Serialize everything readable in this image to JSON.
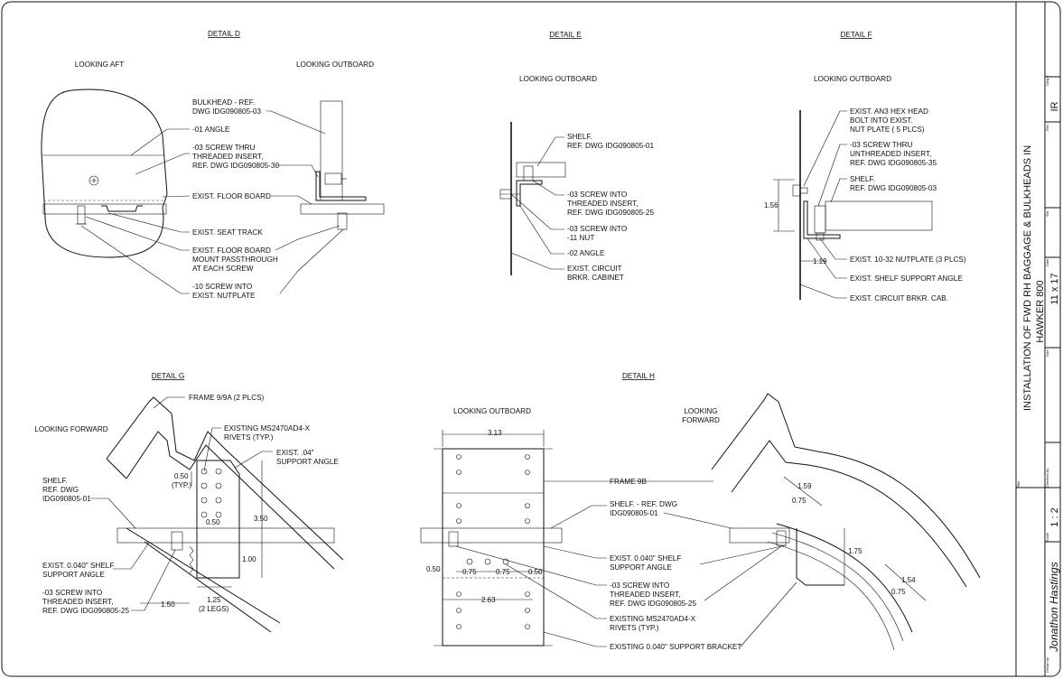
{
  "title_block": {
    "drawing_title_line1": "INSTALLATION OF FWD RH BAGGAGE & BULKHEADS IN",
    "drawing_title_line2": "HAWKER 800",
    "sheet_size": "11 x 17",
    "scale": "1 : 2",
    "drawn_by": "Jonathon Hastings",
    "revision": "IR",
    "field_labels": [
      "Dwg #",
      "Rev",
      "Sht",
      "Date",
      "Size",
      "Checked by",
      "Scale",
      "Drawn by",
      "Title"
    ]
  },
  "details": {
    "D": {
      "title": "DETAIL D",
      "view_left": "LOOKING AFT",
      "view_right": "LOOKING OUTBOARD",
      "callouts": [
        [
          "BULKHEAD -  REF.",
          "DWG IDG090805-03"
        ],
        [
          "-01 ANGLE"
        ],
        [
          "-03 SCREW THRU",
          "THREADED INSERT,",
          "REF. DWG IDG090805-30"
        ],
        [
          "EXIST. FLOOR BOARD"
        ],
        [
          "EXIST. SEAT TRACK"
        ],
        [
          "EXIST. FLOOR BOARD",
          "MOUNT PASSTHROUGH",
          "AT EACH SCREW"
        ],
        [
          "-10 SCREW INTO",
          "EXIST. NUTPLATE"
        ]
      ]
    },
    "E": {
      "title": "DETAIL E",
      "view": "LOOKING OUTBOARD",
      "callouts": [
        [
          "SHELF.",
          "REF. DWG IDG090805-01"
        ],
        [
          "-03 SCREW INTO",
          "THREADED INSERT,",
          "REF. DWG IDG090805-25"
        ],
        [
          "-03 SCREW INTO",
          "-11 NUT"
        ],
        [
          "-02 ANGLE"
        ],
        [
          "EXIST. CIRCUIT",
          "BRKR. CABINET"
        ]
      ]
    },
    "F": {
      "title": "DETAIL F",
      "view": "LOOKING OUTBOARD",
      "callouts": [
        [
          "EXIST. AN3 HEX HEAD",
          "BOLT INTO EXIST.",
          "NUT PLATE ( 5 PLCS)"
        ],
        [
          "-03 SCREW THRU",
          "UNTHREADED INSERT,",
          "REF. DWG IDG090805-35"
        ],
        [
          "SHELF.",
          "REF. DWG IDG090805-03"
        ],
        [
          "EXIST. 10-32 NUTPLATE (3 PLCS)"
        ],
        [
          "EXIST. SHELF SUPPORT ANGLE"
        ],
        [
          "EXIST. CIRCUIT BRKR. CAB."
        ]
      ],
      "dims": [
        "1.56",
        "1.19"
      ]
    },
    "G": {
      "title": "DETAIL G",
      "view": "LOOKING FORWARD",
      "callouts": [
        [
          "FRAME 9/9A (2 PLCS)"
        ],
        [
          "EXISTING MS2470AD4-X",
          "RIVETS (TYP.)"
        ],
        [
          "EXIST. .04\"",
          "SUPPORT ANGLE"
        ],
        [
          "SHELF.",
          "REF. DWG",
          "IDG090805-01"
        ],
        [
          "EXIST. 0.040\" SHELF",
          "SUPPORT ANGLE"
        ],
        [
          "-03 SCREW INTO",
          "THREADED INSERT,",
          "REF. DWG IDG090805-25"
        ]
      ],
      "dims": {
        "pitch": [
          "0.50",
          "(TYP.)"
        ],
        "edge": "0.50",
        "height": "3.50",
        "leg": "1.00",
        "offset": "1.50",
        "legs": [
          "1.25",
          "(2 LEGS)"
        ]
      }
    },
    "H": {
      "title": "DETAIL H",
      "view_left": "LOOKING OUTBOARD",
      "view_right": [
        "LOOKING",
        "FORWARD"
      ],
      "callouts": [
        [
          "FRAME 9B"
        ],
        [
          "SHELF. - REF. DWG",
          "IDG090805-01"
        ],
        [
          "EXIST. 0.040\"  SHELF",
          "SUPPORT ANGLE"
        ],
        [
          "-03 SCREW INTO",
          "THREADED INSERT,",
          "REF. DWG IDG090805-25"
        ],
        [
          "EXISTING MS2470AD4-X",
          "RIVETS (TYP.)"
        ],
        [
          "EXISTING 0.040\" SUPPORT BRACKET"
        ]
      ],
      "dims": {
        "width": "3.13",
        "a": "0.50",
        "b": "0.75",
        "c": "0.75",
        "d": "0.50",
        "e": "2.63",
        "f": "1.59",
        "g": "0.75",
        "h": "1.75",
        "i": "1.54",
        "j": "0.75"
      }
    }
  }
}
